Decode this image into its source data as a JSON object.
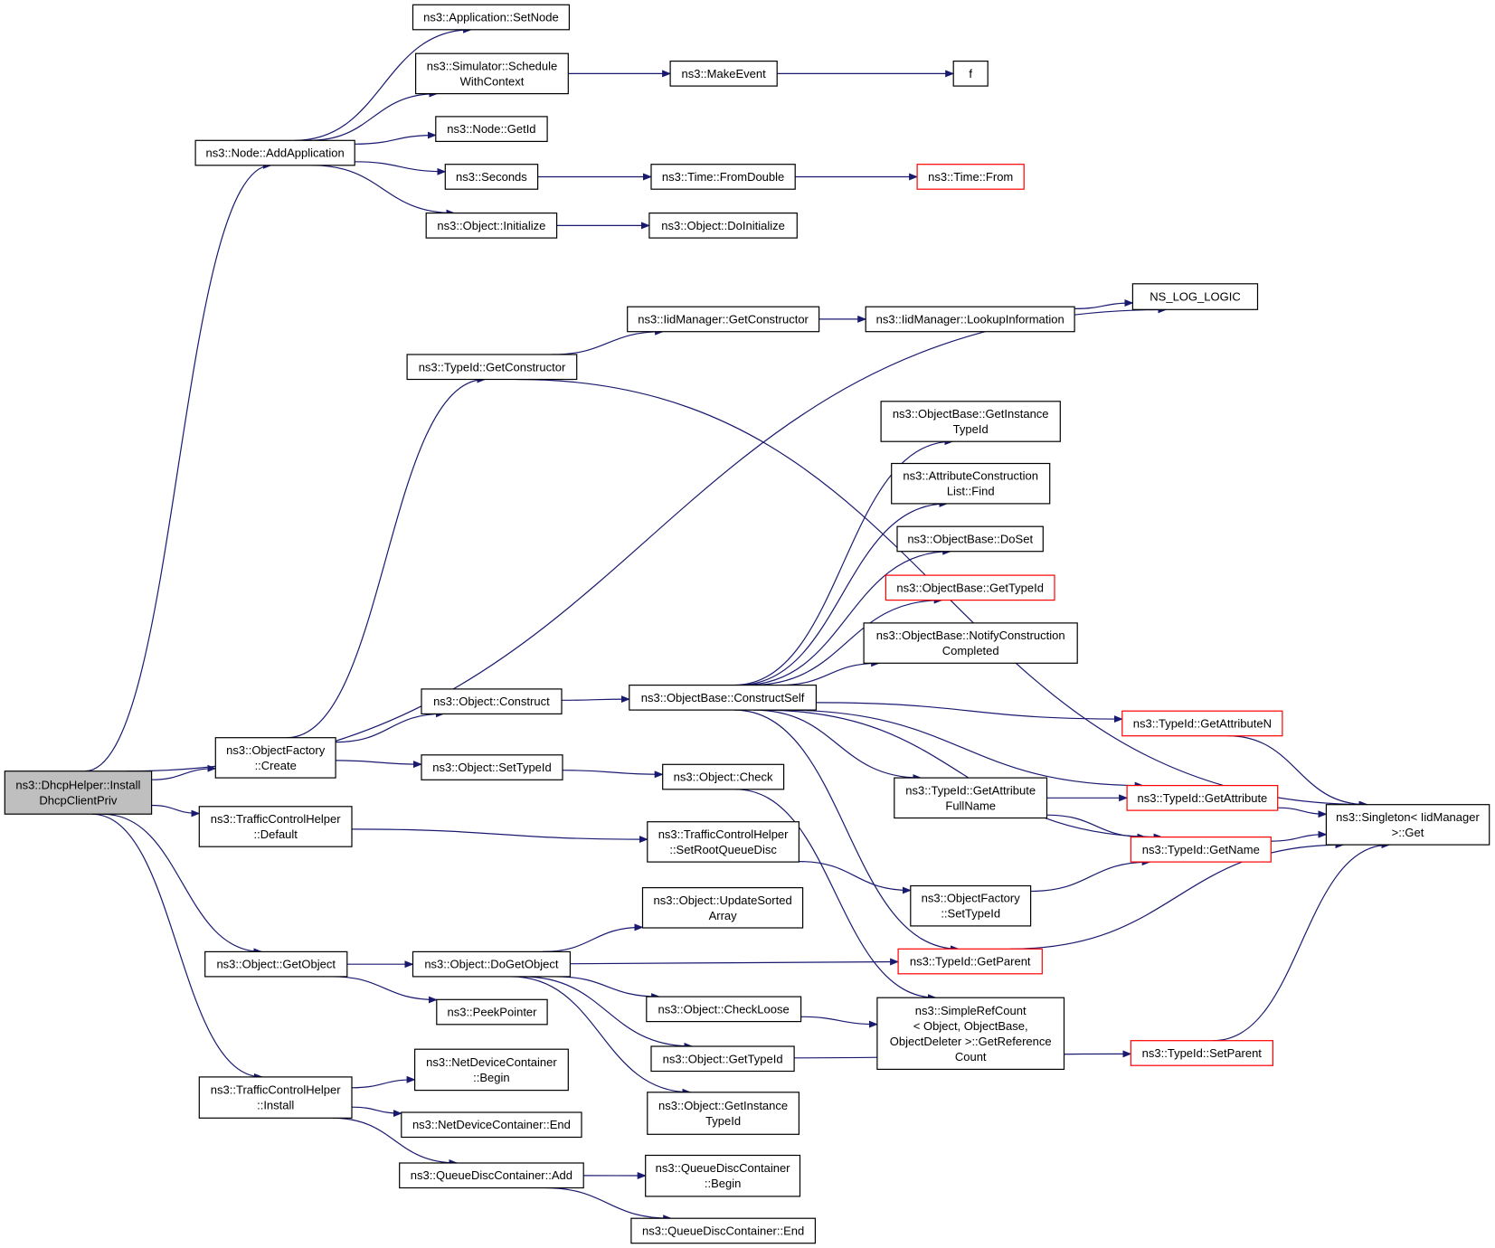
{
  "colors": {
    "edge": "#191970",
    "border_normal": "#000000",
    "border_truncated": "#ff0000",
    "root_fill": "#bfbfbf",
    "node_fill": "#ffffff"
  },
  "nodes": [
    {
      "id": "root",
      "lines": [
        "ns3::DhcpHelper::Install",
        "DhcpClientPriv"
      ],
      "style": "root"
    },
    {
      "id": "addapp",
      "lines": [
        "ns3::Node::AddApplication"
      ],
      "style": "normal"
    },
    {
      "id": "setnode",
      "lines": [
        "ns3::Application::SetNode"
      ],
      "style": "normal"
    },
    {
      "id": "schedule",
      "lines": [
        "ns3::Simulator::Schedule",
        "WithContext"
      ],
      "style": "normal"
    },
    {
      "id": "makeevent",
      "lines": [
        "ns3::MakeEvent"
      ],
      "style": "normal"
    },
    {
      "id": "f",
      "lines": [
        "f"
      ],
      "style": "normal"
    },
    {
      "id": "getid",
      "lines": [
        "ns3::Node::GetId"
      ],
      "style": "normal"
    },
    {
      "id": "seconds",
      "lines": [
        "ns3::Seconds"
      ],
      "style": "normal"
    },
    {
      "id": "fromdouble",
      "lines": [
        "ns3::Time::FromDouble"
      ],
      "style": "normal"
    },
    {
      "id": "timefrom",
      "lines": [
        "ns3::Time::From"
      ],
      "style": "truncated"
    },
    {
      "id": "initialize",
      "lines": [
        "ns3::Object::Initialize"
      ],
      "style": "normal"
    },
    {
      "id": "doinitialize",
      "lines": [
        "ns3::Object::DoInitialize"
      ],
      "style": "normal"
    },
    {
      "id": "nslog",
      "lines": [
        "NS_LOG_LOGIC"
      ],
      "style": "normal"
    },
    {
      "id": "iidgetctor",
      "lines": [
        "ns3::IidManager::GetConstructor"
      ],
      "style": "normal"
    },
    {
      "id": "lookup",
      "lines": [
        "ns3::IidManager::LookupInformation"
      ],
      "style": "normal"
    },
    {
      "id": "typegetctor",
      "lines": [
        "ns3::TypeId::GetConstructor"
      ],
      "style": "normal"
    },
    {
      "id": "singleton",
      "lines": [
        "ns3::Singleton< IidManager",
        " >::Get"
      ],
      "style": "normal"
    },
    {
      "id": "obgetinst",
      "lines": [
        "ns3::ObjectBase::GetInstance",
        "TypeId"
      ],
      "style": "normal"
    },
    {
      "id": "attrfind",
      "lines": [
        "ns3::AttributeConstruction",
        "List::Find"
      ],
      "style": "normal"
    },
    {
      "id": "doset",
      "lines": [
        "ns3::ObjectBase::DoSet"
      ],
      "style": "normal"
    },
    {
      "id": "obgettypeid",
      "lines": [
        "ns3::ObjectBase::GetTypeId"
      ],
      "style": "truncated"
    },
    {
      "id": "notify",
      "lines": [
        "ns3::ObjectBase::NotifyConstruction",
        "Completed"
      ],
      "style": "normal"
    },
    {
      "id": "construct",
      "lines": [
        "ns3::Object::Construct"
      ],
      "style": "normal"
    },
    {
      "id": "constructself",
      "lines": [
        "ns3::ObjectBase::ConstructSelf"
      ],
      "style": "normal"
    },
    {
      "id": "getattrn",
      "lines": [
        "ns3::TypeId::GetAttributeN"
      ],
      "style": "truncated"
    },
    {
      "id": "ofcreate",
      "lines": [
        "ns3::ObjectFactory",
        "::Create"
      ],
      "style": "normal"
    },
    {
      "id": "settypeid",
      "lines": [
        "ns3::Object::SetTypeId"
      ],
      "style": "normal"
    },
    {
      "id": "check",
      "lines": [
        "ns3::Object::Check"
      ],
      "style": "normal"
    },
    {
      "id": "getattrfull",
      "lines": [
        "ns3::TypeId::GetAttribute",
        "FullName"
      ],
      "style": "normal"
    },
    {
      "id": "getattr",
      "lines": [
        "ns3::TypeId::GetAttribute"
      ],
      "style": "truncated"
    },
    {
      "id": "tchdefault",
      "lines": [
        "ns3::TrafficControlHelper",
        "::Default"
      ],
      "style": "normal"
    },
    {
      "id": "setroot",
      "lines": [
        "ns3::TrafficControlHelper",
        "::SetRootQueueDisc"
      ],
      "style": "normal"
    },
    {
      "id": "getname",
      "lines": [
        "ns3::TypeId::GetName"
      ],
      "style": "truncated"
    },
    {
      "id": "ofsettypeid",
      "lines": [
        "ns3::ObjectFactory",
        "::SetTypeId"
      ],
      "style": "normal"
    },
    {
      "id": "updatesorted",
      "lines": [
        "ns3::Object::UpdateSorted",
        "Array"
      ],
      "style": "normal"
    },
    {
      "id": "getobject",
      "lines": [
        "ns3::Object::GetObject"
      ],
      "style": "normal"
    },
    {
      "id": "dogetobject",
      "lines": [
        "ns3::Object::DoGetObject"
      ],
      "style": "normal"
    },
    {
      "id": "getparent",
      "lines": [
        "ns3::TypeId::GetParent"
      ],
      "style": "truncated"
    },
    {
      "id": "peek",
      "lines": [
        "ns3::PeekPointer"
      ],
      "style": "normal"
    },
    {
      "id": "checkloose",
      "lines": [
        "ns3::Object::CheckLoose"
      ],
      "style": "normal"
    },
    {
      "id": "simplerefcount",
      "lines": [
        "ns3::SimpleRefCount",
        "< Object, ObjectBase,",
        " ObjectDeleter >::GetReference",
        "Count"
      ],
      "style": "normal"
    },
    {
      "id": "objgettypeid",
      "lines": [
        "ns3::Object::GetTypeId"
      ],
      "style": "normal"
    },
    {
      "id": "setparent",
      "lines": [
        "ns3::TypeId::SetParent"
      ],
      "style": "truncated"
    },
    {
      "id": "objgetinst",
      "lines": [
        "ns3::Object::GetInstance",
        "TypeId"
      ],
      "style": "normal"
    },
    {
      "id": "tchinstall",
      "lines": [
        "ns3::TrafficControlHelper",
        "::Install"
      ],
      "style": "normal"
    },
    {
      "id": "ndcbegin",
      "lines": [
        "ns3::NetDeviceContainer",
        "::Begin"
      ],
      "style": "normal"
    },
    {
      "id": "ndcend",
      "lines": [
        "ns3::NetDeviceContainer::End"
      ],
      "style": "normal"
    },
    {
      "id": "qdcadd",
      "lines": [
        "ns3::QueueDiscContainer::Add"
      ],
      "style": "normal"
    },
    {
      "id": "qdcbegin",
      "lines": [
        "ns3::QueueDiscContainer",
        "::Begin"
      ],
      "style": "normal"
    },
    {
      "id": "qdcend",
      "lines": [
        "ns3::QueueDiscContainer::End"
      ],
      "style": "normal"
    }
  ],
  "edges": [
    [
      "root",
      "addapp"
    ],
    [
      "root",
      "nslog"
    ],
    [
      "root",
      "ofcreate"
    ],
    [
      "root",
      "tchdefault"
    ],
    [
      "root",
      "getobject"
    ],
    [
      "root",
      "tchinstall"
    ],
    [
      "addapp",
      "setnode"
    ],
    [
      "addapp",
      "schedule"
    ],
    [
      "addapp",
      "getid"
    ],
    [
      "addapp",
      "seconds"
    ],
    [
      "addapp",
      "initialize"
    ],
    [
      "schedule",
      "makeevent"
    ],
    [
      "makeevent",
      "f"
    ],
    [
      "seconds",
      "fromdouble"
    ],
    [
      "fromdouble",
      "timefrom"
    ],
    [
      "initialize",
      "doinitialize"
    ],
    [
      "iidgetctor",
      "lookup"
    ],
    [
      "lookup",
      "nslog"
    ],
    [
      "typegetctor",
      "iidgetctor"
    ],
    [
      "typegetctor",
      "singleton"
    ],
    [
      "ofcreate",
      "typegetctor"
    ],
    [
      "ofcreate",
      "construct"
    ],
    [
      "ofcreate",
      "settypeid"
    ],
    [
      "construct",
      "constructself"
    ],
    [
      "constructself",
      "obgetinst"
    ],
    [
      "constructself",
      "attrfind"
    ],
    [
      "constructself",
      "doset"
    ],
    [
      "constructself",
      "obgettypeid"
    ],
    [
      "constructself",
      "notify"
    ],
    [
      "constructself",
      "getattrn"
    ],
    [
      "constructself",
      "getattr"
    ],
    [
      "constructself",
      "getattrfull"
    ],
    [
      "constructself",
      "getname"
    ],
    [
      "constructself",
      "getparent"
    ],
    [
      "getattrn",
      "singleton"
    ],
    [
      "getattr",
      "singleton"
    ],
    [
      "getname",
      "singleton"
    ],
    [
      "getattrfull",
      "getattr"
    ],
    [
      "getattrfull",
      "getname"
    ],
    [
      "settypeid",
      "check"
    ],
    [
      "check",
      "simplerefcount"
    ],
    [
      "tchdefault",
      "setroot"
    ],
    [
      "setroot",
      "ofsettypeid"
    ],
    [
      "ofsettypeid",
      "getname"
    ],
    [
      "getobject",
      "dogetobject"
    ],
    [
      "getobject",
      "peek"
    ],
    [
      "dogetobject",
      "updatesorted"
    ],
    [
      "dogetobject",
      "getparent"
    ],
    [
      "dogetobject",
      "checkloose"
    ],
    [
      "dogetobject",
      "objgettypeid"
    ],
    [
      "dogetobject",
      "objgetinst"
    ],
    [
      "getparent",
      "singleton"
    ],
    [
      "checkloose",
      "simplerefcount"
    ],
    [
      "objgettypeid",
      "setparent"
    ],
    [
      "setparent",
      "singleton"
    ],
    [
      "tchinstall",
      "ndcbegin"
    ],
    [
      "tchinstall",
      "ndcend"
    ],
    [
      "tchinstall",
      "qdcadd"
    ],
    [
      "qdcadd",
      "qdcbegin"
    ],
    [
      "qdcadd",
      "qdcend"
    ]
  ]
}
